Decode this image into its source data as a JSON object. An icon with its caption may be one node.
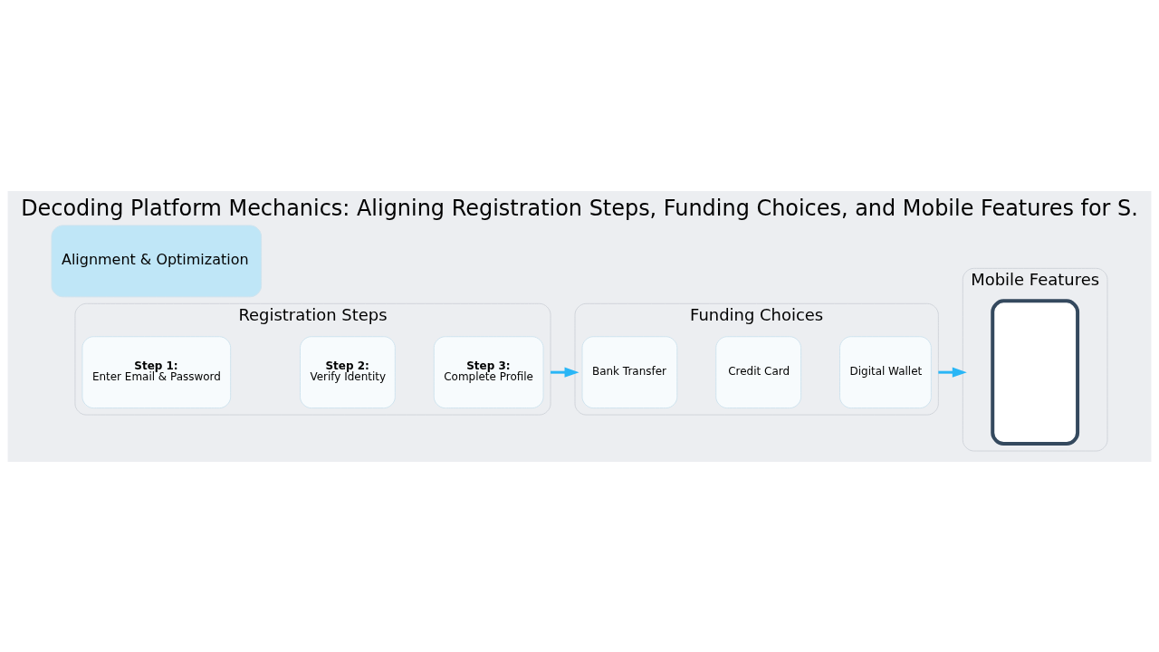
{
  "diagram": {
    "title": "Decoding Platform Mechanics: Aligning Registration Steps, Funding Choices, and Mobile Features for S.",
    "nodes": [
      {
        "text": [
          "Registration Steps"
        ]
      },
      {
        "text": [
          "Step 1:",
          "Enter Email & Password"
        ],
        "in": 0
      },
      {
        "text": [
          "Step 2:",
          "Verify Identity"
        ],
        "in": 0
      },
      {
        "text": [
          "Step 3:",
          "Complete Profile"
        ],
        "in": 0
      },
      {
        "text": [
          "Funding Choices"
        ]
      },
      {
        "text": [
          "Bank Transfer"
        ],
        "in": 4
      },
      {
        "text": [
          "Credit Card"
        ],
        "in": 4
      },
      {
        "text": [
          "Digital Wallet"
        ],
        "in": 4
      },
      {
        "text": [
          "Mobile Features"
        ]
      },
      {
        "text": [],
        "shape": "box",
        "in": 8
      },
      {
        "text": [
          "Alignment & Optimization"
        ]
      }
    ],
    "edges": [
      {
        "from": 0,
        "to": 4,
        "arrow": "to"
      },
      {
        "from": 4,
        "to": 8,
        "arrow": "to"
      }
    ]
  }
}
